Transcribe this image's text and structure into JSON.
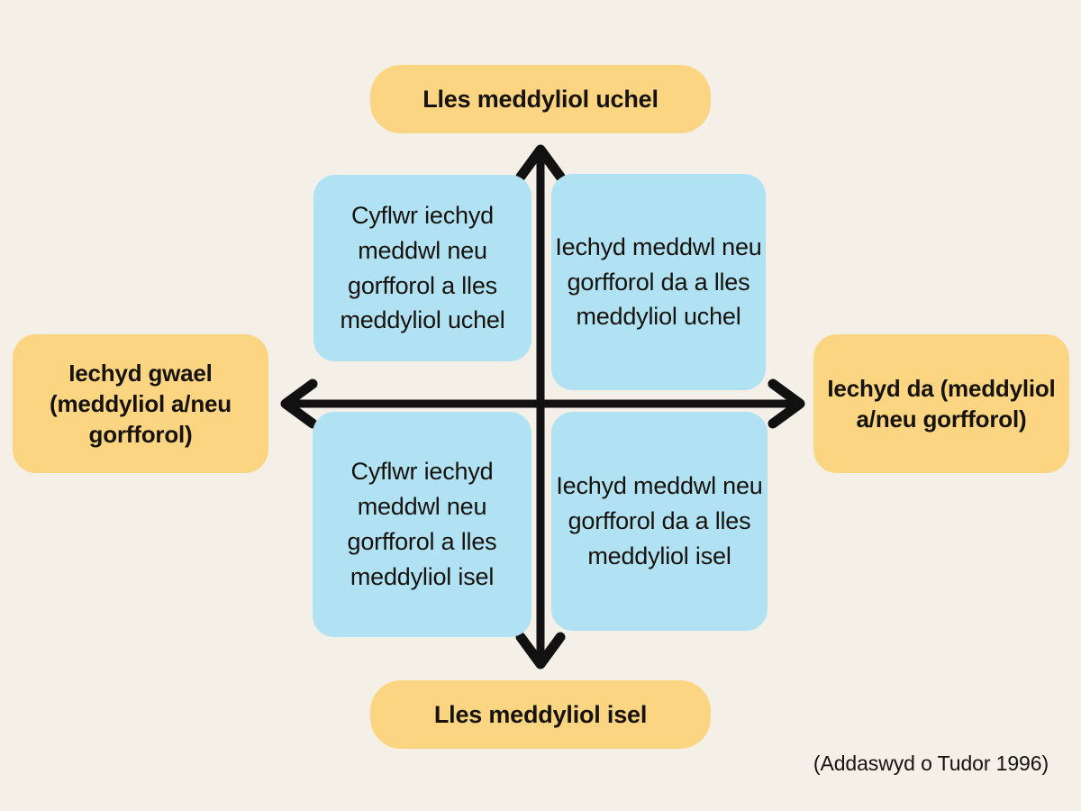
{
  "figure": {
    "background_color": "#f4efe7",
    "accent_yellow": "#fcd582",
    "accent_blue": "#b1e2f4",
    "axis_color": "#111111",
    "citation": "(Addaswyd o Tudor 1996)"
  },
  "axes": {
    "vertical": {
      "top_label": "Lles meddyliol uchel",
      "bottom_label": "Lles meddyliol isel"
    },
    "horizontal": {
      "left_label": "Iechyd gwael (meddyliol a/neu gorfforol)",
      "right_label": "Iechyd da (meddyliol a/neu gorfforol)"
    }
  },
  "quadrants": [
    {
      "position": "top-left",
      "text": "Cyflwr iechyd meddwl neu gorfforol a lles meddyliol uchel"
    },
    {
      "position": "top-right",
      "text": "Iechyd meddwl neu gorfforol da a lles meddyliol uchel"
    },
    {
      "position": "bottom-left",
      "text": "Cyflwr iechyd meddwl neu gorfforol a lles meddyliol isel"
    },
    {
      "position": "bottom-right",
      "text": "Iechyd meddwl neu gorfforol da a lles meddyliol isel"
    }
  ]
}
